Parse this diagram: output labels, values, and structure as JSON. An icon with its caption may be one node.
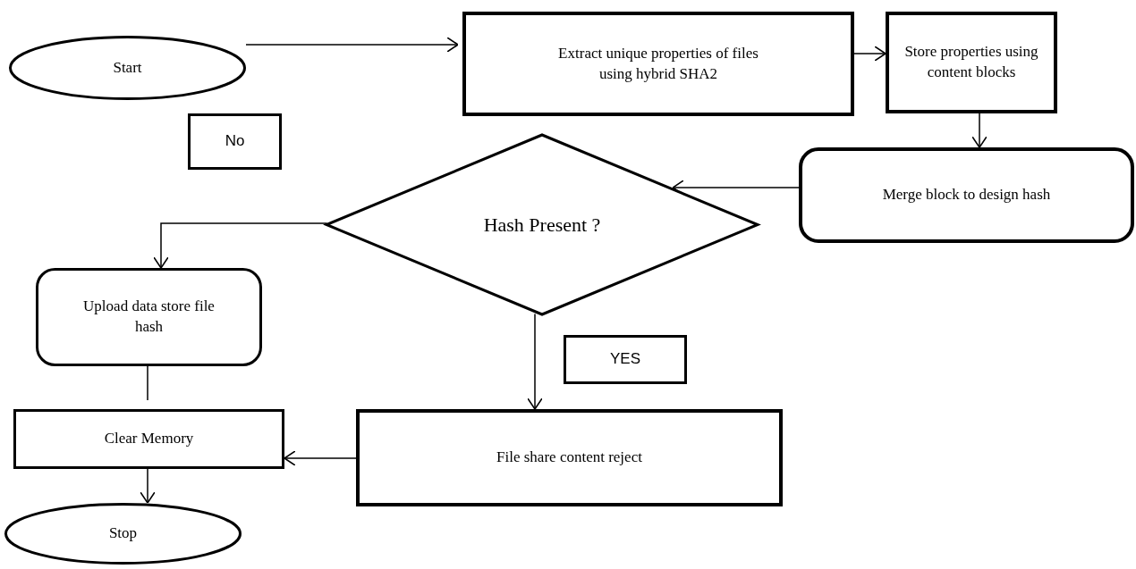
{
  "diagram": {
    "nodes": [
      {
        "text": [
          "Start"
        ]
      },
      {
        "text": [
          "Extract unique properties of files using hybrid SHA2"
        ]
      },
      {
        "text": [
          "Store properties using content blocks"
        ]
      },
      {
        "text": [
          "Merge block to design hash"
        ]
      },
      {
        "text": [
          "No"
        ]
      },
      {
        "text": [
          "Hash Present ?"
        ]
      },
      {
        "text": [
          "Upload data store file hash"
        ]
      },
      {
        "text": [
          "YES"
        ]
      },
      {
        "text": [
          "Clear Memory"
        ]
      },
      {
        "text": [
          "File share content reject"
        ]
      },
      {
        "text": [
          "Stop"
        ]
      }
    ],
    "edges": [
      {
        "from": 0,
        "to": 1,
        "arrow": "to"
      },
      {
        "from": 1,
        "to": 2,
        "arrow": "to"
      },
      {
        "from": 2,
        "to": 3,
        "arrow": "to"
      },
      {
        "from": 3,
        "to": 5,
        "arrow": "to"
      },
      {
        "from": 5,
        "to": 6,
        "arrow": "to"
      },
      {
        "from": 5,
        "to": 9,
        "arrow": "to"
      },
      {
        "from": 9,
        "to": 8,
        "arrow": "to"
      },
      {
        "from": 6,
        "to": 8,
        "arrow": "none"
      },
      {
        "from": 8,
        "to": 10,
        "arrow": "to"
      }
    ]
  }
}
